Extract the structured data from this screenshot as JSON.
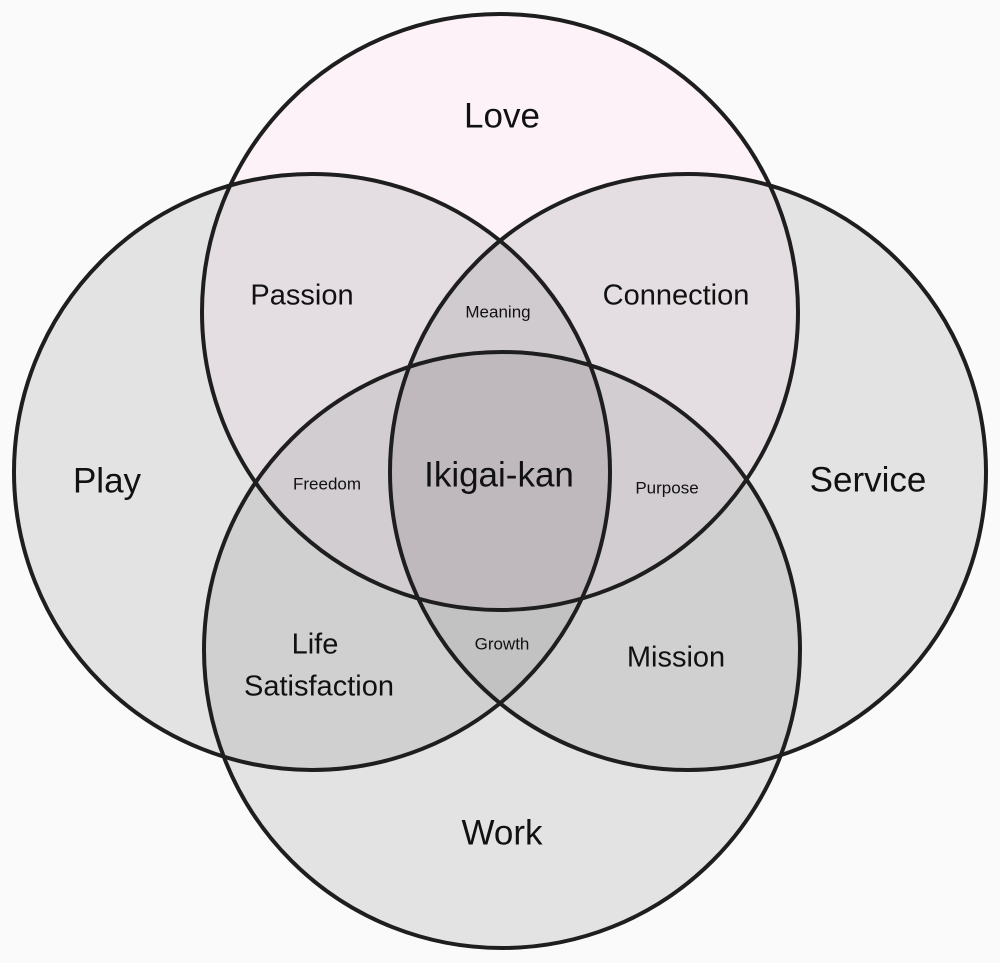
{
  "diagram": {
    "type": "venn-4",
    "sets": {
      "love": "Love",
      "play": "Play",
      "service": "Service",
      "work": "Work"
    },
    "intersections": {
      "passion": "Passion",
      "connection": "Connection",
      "meaning": "Meaning",
      "freedom": "Freedom",
      "center": "Ikigai-kan",
      "purpose": "Purpose",
      "life_line1": "Life",
      "life_line2": "Satisfaction",
      "growth": "Growth",
      "mission": "Mission"
    },
    "colors": {
      "background": "#fafafa",
      "stroke": "#1e1e1e",
      "love_only": "#fcf2f7",
      "single": "#e3e3e3",
      "love_pair": "#e4dde1",
      "work_pair": "#d0d0d0",
      "meaning": "#d0cbcf",
      "freedom_purpose": "#d2cdd1",
      "growth": "#c3c2c3",
      "center": "#bfb9bd"
    }
  }
}
